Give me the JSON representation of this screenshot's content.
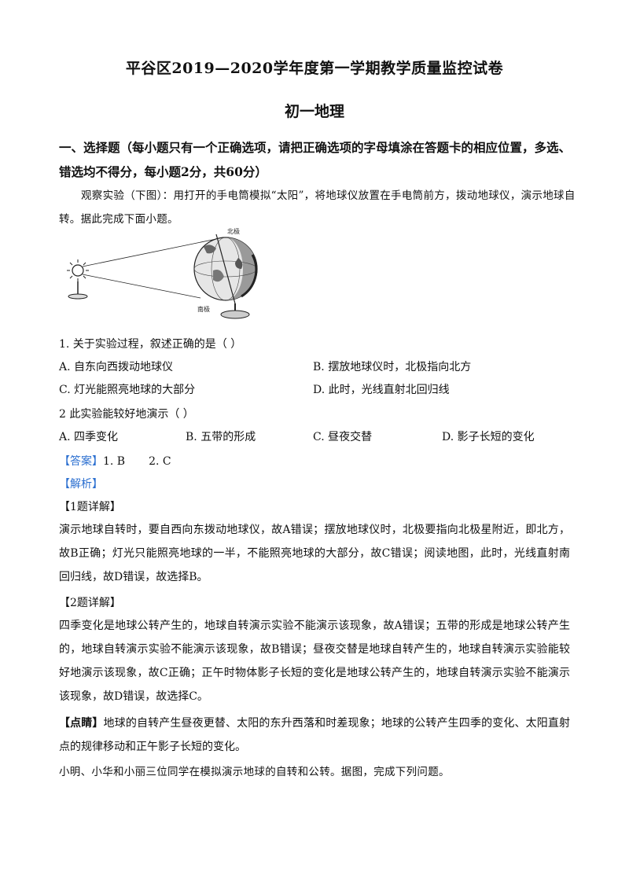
{
  "header": {
    "title": "平谷区2019—2020学年度第一学期教学质量监控试卷",
    "subtitle": "初一地理"
  },
  "section": {
    "heading": "一、选择题（每小题只有一个正确选项，请把正确选项的字母填涂在答题卡的相应位置，多选、错选均不得分，每小题2分，共60分）",
    "intro": "观察实验（下图）：用打开的手电筒模拟“太阳”，将地球仪放置在手电筒前方，拨动地球仪，演示地球自转。据此完成下面小题。"
  },
  "figure": {
    "north_label": "北极",
    "south_label": "南极"
  },
  "questions": [
    {
      "stem": "1. 关于实验过程，叙述正确的是（      ）",
      "options": [
        "A. 自东向西拨动地球仪",
        "B. 摆放地球仪时，北极指向北方",
        "C. 灯光能照亮地球的大部分",
        "D. 此时，光线直射北回归线"
      ]
    },
    {
      "stem": "2        此实验能较好地演示（      ）",
      "options": [
        "A. 四季变化",
        "B. 五带的形成",
        "C. 昼夜交替",
        "D. 影子长短的变化"
      ]
    }
  ],
  "answer": {
    "label": "【答案】",
    "v1": "1. B",
    "v2": "2. C"
  },
  "analysis": {
    "label": "【解析】",
    "q1_head": "【1题详解】",
    "q1_text": "演示地球自转时，要自西向东拨动地球仪，故A错误；摆放地球仪时，北极要指向北极星附近，即北方，故B正确；灯光只能照亮地球的一半，不能照亮地球的大部分，故C错误；阅读地图，此时，光线直射南回归线，故D错误，故选择B。",
    "q2_head": "【2题详解】",
    "q2_text": "四季变化是地球公转产生的，地球自转演示实验不能演示该现象，故A错误；五带的形成是地球公转产生的，地球自转演示实验不能演示该现象，故B错误；昼夜交替是地球自转产生的，地球自转演示实验能较好地演示该现象，故C正确；正午时物体影子长短的变化是地球公转产生的，地球自转演示实验不能演示该现象，故D错误，故选择C。",
    "tip_label": "【点睛】",
    "tip_text": "地球的自转产生昼夜更替、太阳的东升西落和时差现象；地球的公转产生四季的变化、太阳直射点的规律移动和正午影子长短的变化。"
  },
  "next_intro": "小明、小华和小丽三位同学在模拟演示地球的自转和公转。据图，完成下列问题。",
  "colors": {
    "accent": "#2b6fd0",
    "text": "#111111"
  }
}
